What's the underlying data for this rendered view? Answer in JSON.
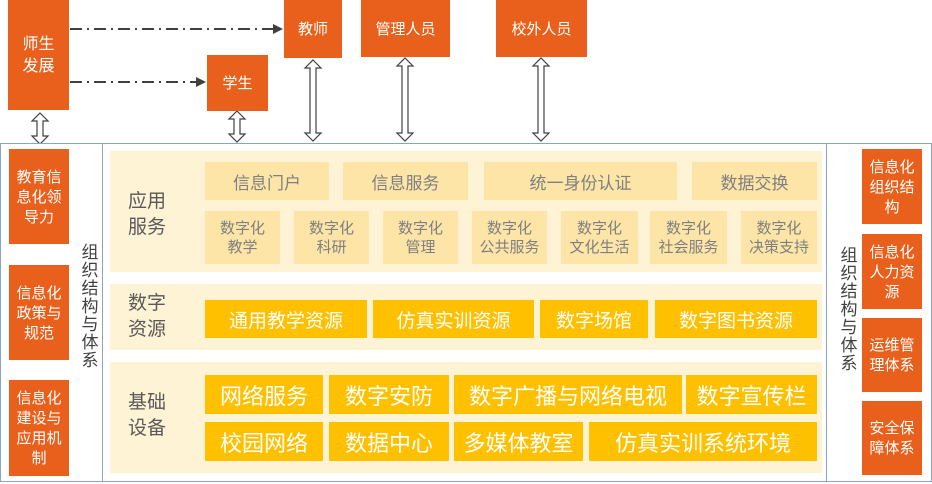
{
  "top": {
    "development": "师生\n发展",
    "teacher": "教师",
    "management": "管理人员",
    "external": "校外人员",
    "student": "学生"
  },
  "left_side": {
    "items": [
      "教育信\n息化领\n导力",
      "信息化\n政策与\n规范",
      "信息化\n建设与\n应用机\n制"
    ],
    "vertical_label": "组\n织\n结\n构\n与\n体\n系"
  },
  "right_side": {
    "items": [
      "信息化\n组织结\n构",
      "信息化\n人力资\n源",
      "运维管\n理体系",
      "安全保\n障体系"
    ],
    "vertical_label": "组\n织\n结\n构\n与\n体\n系"
  },
  "application": {
    "title": "应用\n服务",
    "row1": [
      "信息门户",
      "信息服务",
      "统一身份认证",
      "数据交换"
    ],
    "row2": [
      "数字化\n教学",
      "数字化\n科研",
      "数字化\n管理",
      "数字化\n公共服务",
      "数字化\n文化生活",
      "数字化\n社会服务",
      "数字化\n决策支持"
    ]
  },
  "resources": {
    "title": "数字\n资源",
    "items": [
      "通用教学资源",
      "仿真实训资源",
      "数字场馆",
      "数字图书资源"
    ]
  },
  "infrastructure": {
    "title": "基础\n设备",
    "row1": [
      "网络服务",
      "数字安防",
      "数字广播与网络电视",
      "数字宣传栏"
    ],
    "row2": [
      "校园网络",
      "数据中心",
      "多媒体教室",
      "仿真实训系统环境"
    ]
  },
  "colors": {
    "orange": "#e8601c",
    "light_yellow": "#fde5a8",
    "gold": "#ffc000",
    "band": "#fff3d6",
    "frame_border": "#8aa4c8"
  }
}
